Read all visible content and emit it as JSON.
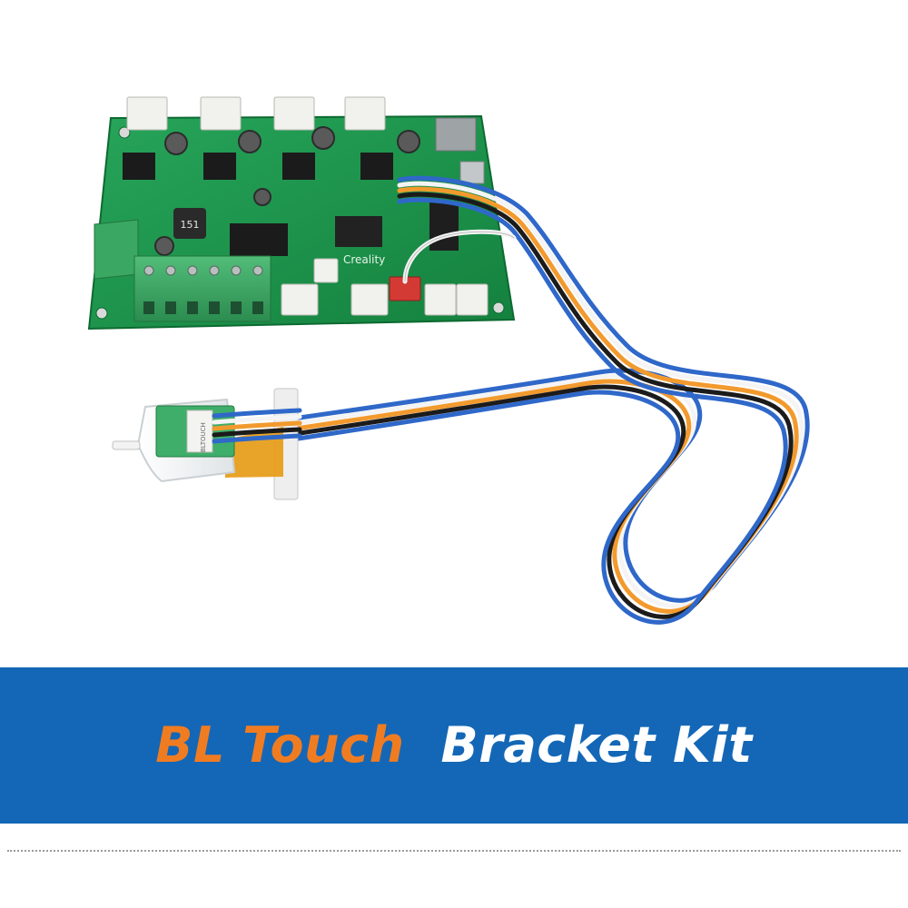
{
  "banner": {
    "title_primary": "BL Touch",
    "title_secondary": "Bracket Kit",
    "background_color": "#1467b6",
    "primary_color": "#f07c22",
    "secondary_color": "#ffffff"
  },
  "board": {
    "brand_label": "Creality",
    "inductor_label": "151",
    "color": "#1e9a4e"
  },
  "sensor": {
    "connector_label": "BLTOUCH"
  },
  "colors": {
    "wire_blue": "#2f68c9",
    "wire_orange": "#f29a2e",
    "wire_black": "#1b1b1b",
    "wire_white": "#f4f4f4",
    "wire_red": "#c8322e",
    "terminal_green": "#3aa863",
    "tape_amber": "#e69a12"
  }
}
